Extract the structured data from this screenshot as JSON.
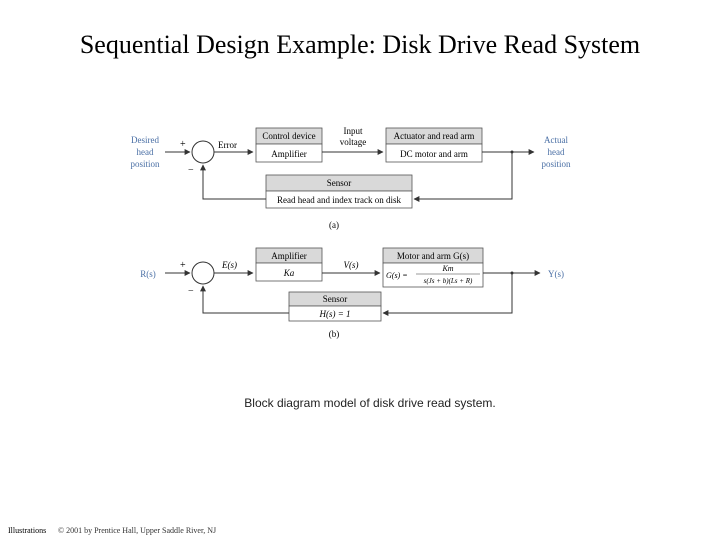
{
  "title": "Sequential Design Example: Disk Drive Read System",
  "diagram_a": {
    "input_label": [
      "Desired",
      "head",
      "position"
    ],
    "output_label": [
      "Actual",
      "head",
      "position"
    ],
    "error_label": "Error",
    "plus_sign": "+",
    "minus_sign": "−",
    "control_device": "Control device",
    "amplifier": "Amplifier",
    "input_voltage": [
      "Input",
      "voltage"
    ],
    "actuator": "Actuator and read arm",
    "dc_motor": "DC motor and arm",
    "sensor": "Sensor",
    "sensor_desc": "Read head and index track on disk",
    "panel_label": "(a)"
  },
  "diagram_b": {
    "input": "R(s)",
    "error": "E(s)",
    "plus_sign": "+",
    "minus_sign": "−",
    "amplifier": "Amplifier",
    "amp_gain": "Ka",
    "voltage": "V(s)",
    "motor": "Motor and arm G(s)",
    "g_lhs": "G(s) =",
    "g_num": "Km",
    "g_den": "s(Js + b)(Ls + R)",
    "output": "Y(s)",
    "sensor": "Sensor",
    "sensor_tf": "H(s) = 1",
    "panel_label": "(b)"
  },
  "caption": "Block diagram model of disk drive read system.",
  "footer": {
    "left": "Illustrations",
    "right": "© 2001 by Prentice Hall, Upper Saddle River, NJ"
  },
  "colors": {
    "block_header": "#d9d9d9",
    "signal_label": "#4a6fa5",
    "line": "#333333"
  }
}
